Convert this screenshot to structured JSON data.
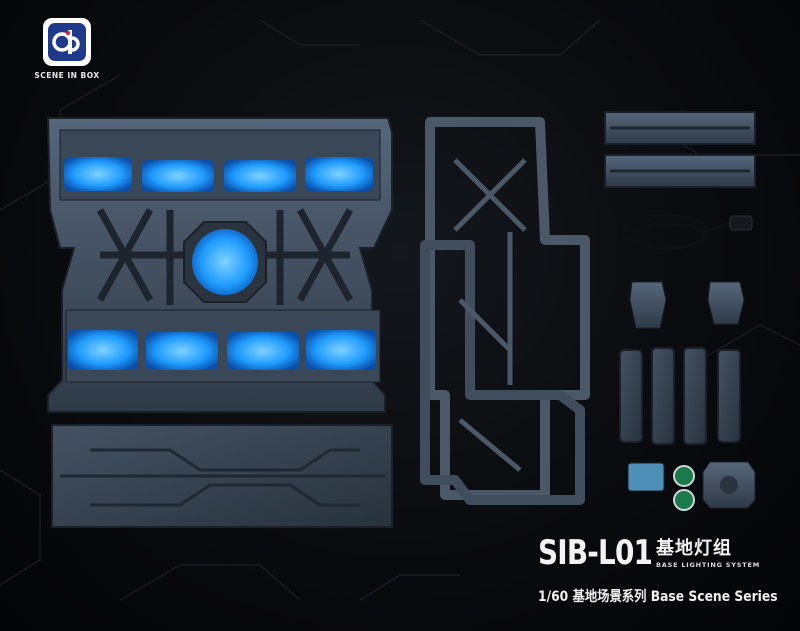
{
  "brand": {
    "logo_text": "SCENE IN BOX"
  },
  "product": {
    "code": "SIB-L01",
    "name_cn": "基地灯组",
    "name_en": "BASE LIGHTING SYSTEM",
    "series": "1/60 基地场景系列 Base Scene Series"
  },
  "colors": {
    "background": "#050608",
    "plastic": "#3d4a58",
    "light_blue": "#1e9bff"
  }
}
